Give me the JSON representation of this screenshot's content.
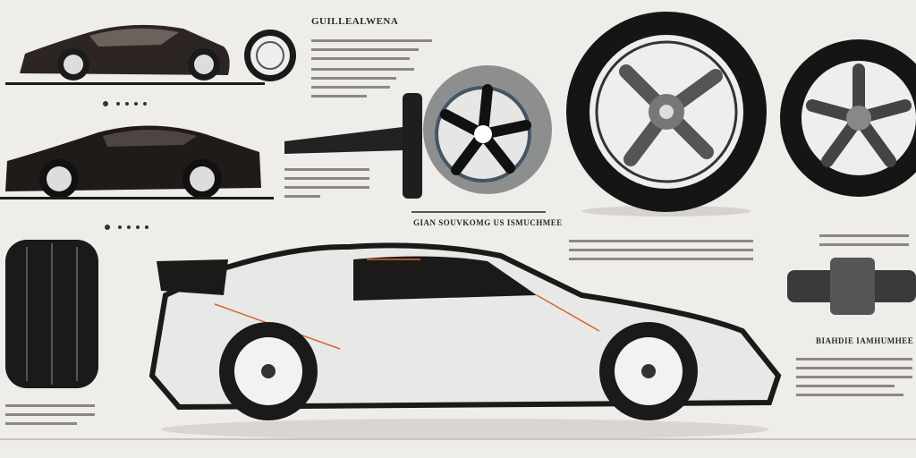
{
  "headings": {
    "top": "GUILLEALWENA",
    "middle": "GIAN SOUVKOMG US ISMUCHMEE",
    "right": "BIAHDIE IAMHUMHEE"
  },
  "colors": {
    "background": "#efedea",
    "dark": "#1c1a19",
    "body": "#dcdad6",
    "accent": "#d9622b",
    "rim_grey": "#8d8f8e"
  }
}
